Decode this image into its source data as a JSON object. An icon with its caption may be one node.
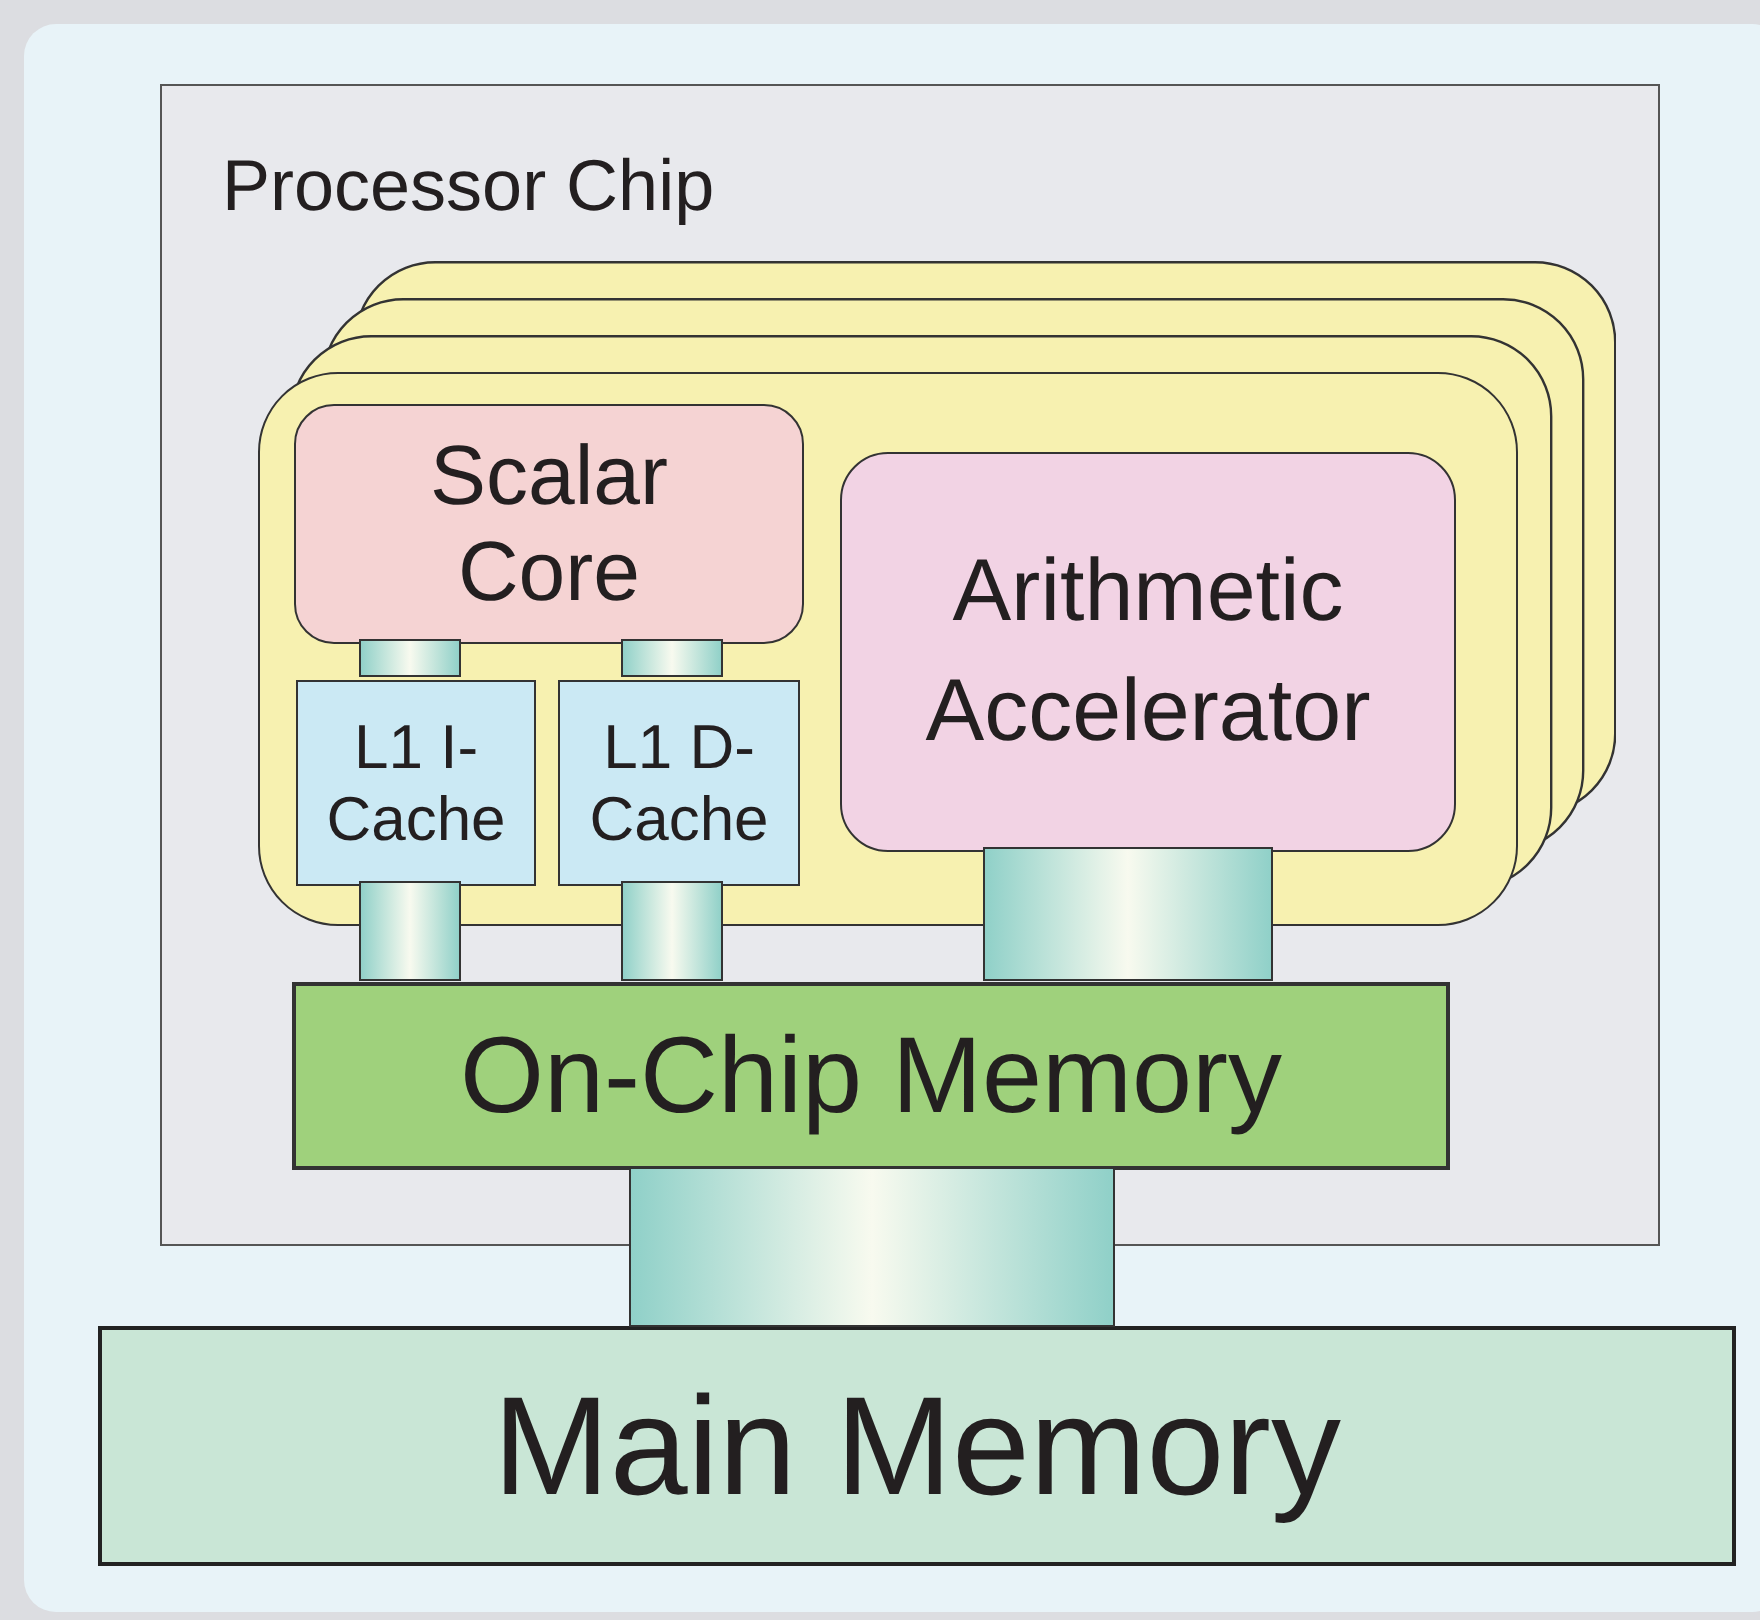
{
  "diagram": {
    "nodes": [
      {
        "text": [
          "Processor Chip"
        ]
      },
      {
        "text": [],
        "shape": "box",
        "in": 0
      },
      {
        "text": [
          "Scalar Core"
        ],
        "in": 1
      },
      {
        "text": [
          "L1 I-Cache"
        ],
        "in": 1
      },
      {
        "text": [
          "L1 D-Cache"
        ],
        "in": 1
      },
      {
        "text": [
          "Arithmetic Accelerator"
        ],
        "in": 1
      },
      {
        "text": [
          "On-Chip Memory"
        ],
        "in": 0
      },
      {
        "text": [
          "Main Memory"
        ]
      }
    ],
    "edges": [
      {
        "from": 2,
        "to": 3,
        "arrow": "none"
      },
      {
        "from": 2,
        "to": 4,
        "arrow": "none"
      },
      {
        "from": 3,
        "to": 6,
        "arrow": "none"
      },
      {
        "from": 4,
        "to": 6,
        "arrow": "none"
      },
      {
        "from": 5,
        "to": 6,
        "arrow": "none"
      },
      {
        "from": 6,
        "to": 7,
        "arrow": "none"
      }
    ]
  }
}
